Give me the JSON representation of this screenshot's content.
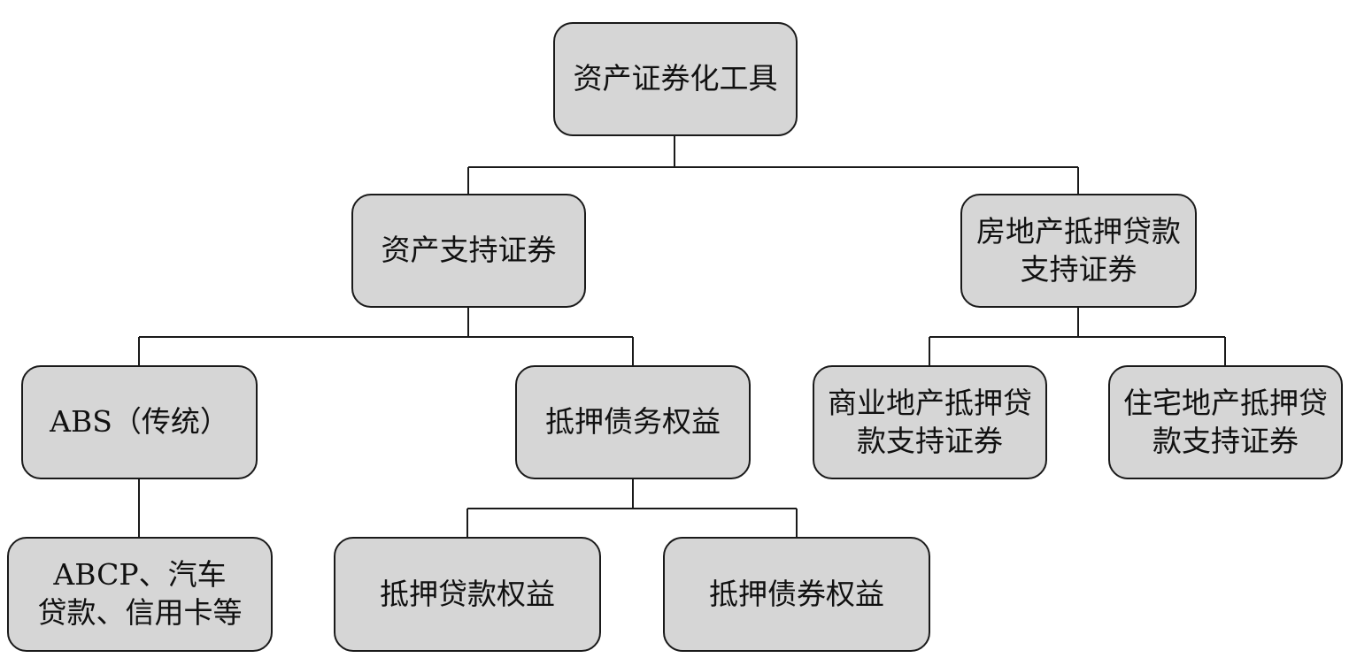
{
  "nodes": {
    "root": "资产证券化工具",
    "abs": "资产支持证券",
    "mbs": "房地产抵押贷款\n支持证券",
    "traditional_abs": "ABS（传统）",
    "mortgage_debt_interest": "抵押债务权益",
    "cmbs": "商业地产抵押贷\n款支持证券",
    "rmbs": "住宅地产抵押贷\n款支持证券",
    "abcp_etc": "ABCP、汽车\n贷款、信用卡等",
    "mortgage_loan_interest": "抵押贷款权益",
    "mortgage_bond_interest": "抵押债券权益"
  },
  "colors": {
    "node_fill": "#d6d6d6",
    "node_border": "#1a1a1a",
    "connector": "#1a1a1a"
  }
}
